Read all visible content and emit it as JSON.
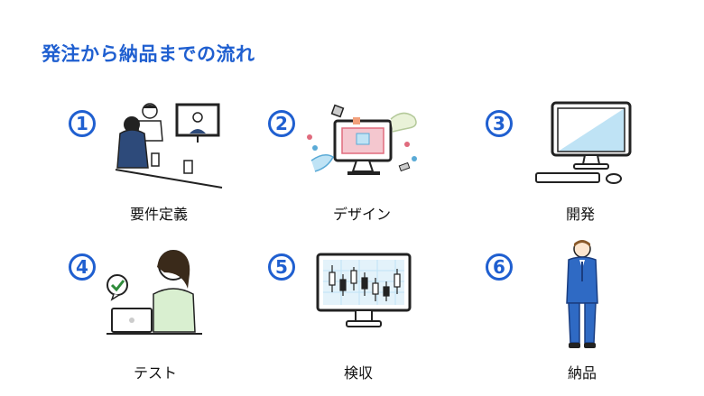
{
  "title": "発注から納品までの流れ",
  "accent_color": "#1f5fd0",
  "steps": [
    {
      "number": "1",
      "label": "要件定義",
      "icon": "meeting-illustration"
    },
    {
      "number": "2",
      "label": "デザイン",
      "icon": "design-monitor-illustration"
    },
    {
      "number": "3",
      "label": "開発",
      "icon": "desktop-computer-illustration"
    },
    {
      "number": "4",
      "label": "テスト",
      "icon": "laptop-check-illustration"
    },
    {
      "number": "5",
      "label": "検収",
      "icon": "chart-monitor-illustration"
    },
    {
      "number": "6",
      "label": "納品",
      "icon": "bowing-person-illustration"
    }
  ]
}
